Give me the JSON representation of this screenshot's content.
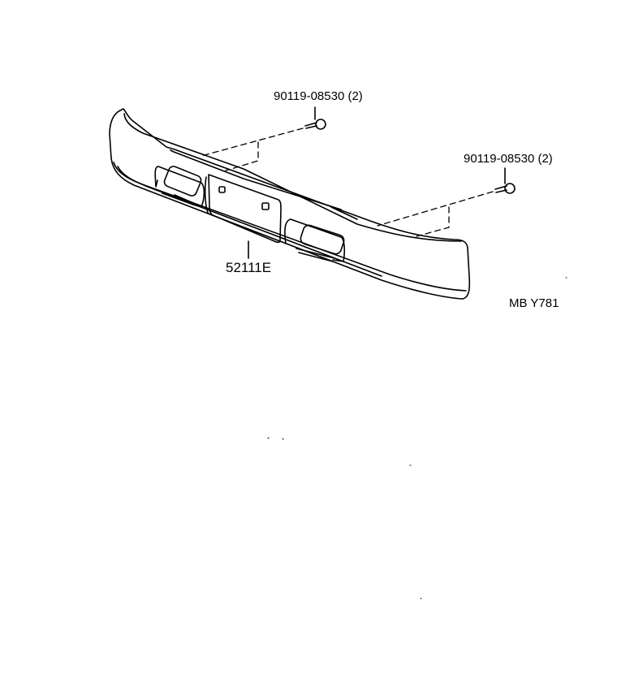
{
  "diagram": {
    "part_labels": [
      {
        "text": "90119-08530 (2)",
        "part": "bolt"
      },
      {
        "text": "90119-08530 (2)",
        "part": "bolt"
      },
      {
        "text": "52111E",
        "part": "bumper"
      }
    ],
    "figure_code": "MB Y781"
  }
}
